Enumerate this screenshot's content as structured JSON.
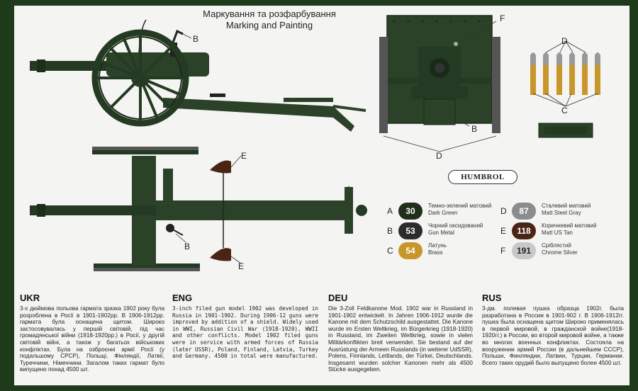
{
  "title": {
    "ukr": "Маркування та розфарбування",
    "eng": "Marking and Painting"
  },
  "callouts": {
    "b": "B",
    "c": "C",
    "d": "D",
    "e": "E",
    "f": "F"
  },
  "brand": "HUMBROL",
  "paints": [
    {
      "letter": "A",
      "number": "30",
      "color": "#1f2f1a",
      "name_ukr": "Темно-зелений матовий",
      "name_eng": "Dark Green"
    },
    {
      "letter": "B",
      "number": "53",
      "color": "#2c2c2e",
      "name_ukr": "Чорний оксидований",
      "name_eng": "Gun Metal"
    },
    {
      "letter": "C",
      "number": "54",
      "color": "#c9962a",
      "name_ukr": "Латунь",
      "name_eng": "Brass"
    },
    {
      "letter": "D",
      "number": "87",
      "color": "#8a8c8e",
      "name_ukr": "Сталевий матовий",
      "name_eng": "Matt Steel Gray"
    },
    {
      "letter": "E",
      "number": "118",
      "color": "#4a2414",
      "name_ukr": "Коричневий матовий",
      "name_eng": "Matt US Tan"
    },
    {
      "letter": "F",
      "number": "191",
      "color": "#c8c8c8",
      "name_ukr": "Сріблястий",
      "name_eng": "Chrome Silver"
    }
  ],
  "texts": {
    "ukr": {
      "heading": "UKR",
      "body": "3-х дюймова польова гармата зразка 1902 року була розроблена в Росії в 1901-1902рр. В 1906-1912рр. гармата була оснащена щитом. Широко застосовувалась у першій світовій, під час громадянської війни (1918-1920рр.) в Росії, у другій світовій війні, а також у багатьох військових конфліктах. Була на озброєнні армії Росії (у подальшому СРСР), Польщі, Фінляндії, Латвії, Туреччини, Німеччини. Загалом таких гармат було випущено понад 4500 шт."
    },
    "eng": {
      "heading": "ENG",
      "body": "3-inch filed gun model 1902 was developed in Russia in 1901-1902. During 1906-12 guns were improved by addition of a shield. Widely used in WWI, Russian Civil War (1918-1920), WWII and other conflicts. Model 1902 filed guns were in service with armed forces of Russia (later USSR), Poland, Finland, Latvia, Turkey and Germany. 4500 in total were manufactured."
    },
    "deu": {
      "heading": "DEU",
      "body": "Die 3-Zoll Feldkanone Mod. 1902 war in Russland in 1901-1902 entwickelt. In Jahren 1906-1912 wurde die Kanone mit dem Schutzschild ausgestattet. Die Kanone wurde im Ersten Weltkrieg, im Bürgerkrieg (1918-1920) in Russland, im Zweiten Weltkrieg, sowie in vielen Militärkonflikten breit verwendet. Sie bestand auf der Ausrüstung der Armeen Russlands (in weiterer UdSSR), Polens, Finnlands, Lettlands, der Türkei, Deutschlands. Insgesamt wurden solcher Kanonen mehr als 4500 Stücke ausgegeben."
    },
    "rus": {
      "heading": "RUS",
      "body": "3-дм. полевая пушка образца 1902г. была разработана в России в 1901-902 г. В 1906-1912гг. пушка была оснащена щитом Широко применялась в первой мировой, в гражданской войне(1918-1920гг.) в России, во второй мировой войне, а также во многих военных конфликтах. Состояла на вооружении армий России (в дальнейшем СССР), Польши, Финляндии, Латвии, Турции, Германии. Всего таких орудий было выпущено более 4500 шт."
    }
  }
}
